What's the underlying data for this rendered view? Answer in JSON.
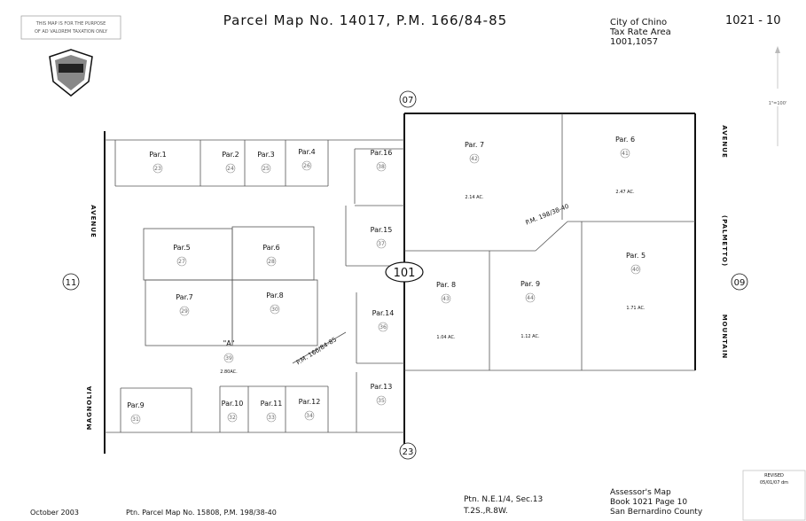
{
  "disclaimer": [
    "THIS MAP IS FOR THE PURPOSE",
    "OF AD VALOREM TAXATION ONLY"
  ],
  "title": "Parcel Map No. 14017, P.M. 166/84-85",
  "city": "City of Chino",
  "tax_rate_label": "Tax Rate Area",
  "tax_rate_value": "1001,1057",
  "book_page": "1021 - 10",
  "north_scale": "1\"=100'",
  "revised": [
    "REVISED",
    "05/01/07 dm"
  ],
  "date": "October 2003",
  "prior_map": "Ptn. Parcel Map No. 15808, P.M. 198/38-40",
  "location": [
    "Ptn. N.E.1/4, Sec.13",
    "T.2S.,R.8W."
  ],
  "assessor": [
    "Assessor's Map",
    "Book 1021 Page 10",
    "San Bernardino County"
  ],
  "streets": {
    "magnolia": "MAGNOLIA",
    "avenue_left": "AVENUE",
    "mountain": "MOUNTAIN",
    "palmetto": "(PALMETTO)",
    "avenue_right": "AVENUE"
  },
  "page_refs": {
    "top": "07",
    "left": "11",
    "right": "09",
    "bottom": "23",
    "block": "101"
  },
  "plat_refs": {
    "pm_left": "P.M. 166/84-85",
    "pm_right": "P.M. 198/38-40",
    "lot_a": "\"A\""
  },
  "parcels": [
    {
      "label": "Par.1",
      "num": "23"
    },
    {
      "label": "Par.2",
      "num": "24"
    },
    {
      "label": "Par.3",
      "num": "25"
    },
    {
      "label": "Par.4",
      "num": "26"
    },
    {
      "label": "Par.5",
      "num": "27"
    },
    {
      "label": "Par.6",
      "num": "28"
    },
    {
      "label": "Par.7",
      "num": "29"
    },
    {
      "label": "Par.8",
      "num": "30"
    },
    {
      "label": "Par.9",
      "num": "31"
    },
    {
      "label": "Par.10",
      "num": "32"
    },
    {
      "label": "Par.11",
      "num": "33"
    },
    {
      "label": "Par.12",
      "num": "34"
    },
    {
      "label": "Par.13",
      "num": "35"
    },
    {
      "label": "Par.14",
      "num": "36"
    },
    {
      "label": "Par.15",
      "num": "37"
    },
    {
      "label": "Par.16",
      "num": "38"
    },
    {
      "label": "Par. 7",
      "num": "42",
      "acres": "2.14 AC."
    },
    {
      "label": "Par. 6",
      "num": "41",
      "acres": "2.47 AC."
    },
    {
      "label": "Par. 5",
      "num": "40",
      "acres": "1.71 AC."
    },
    {
      "label": "Par. 8",
      "num": "43",
      "acres": "1.04 AC."
    },
    {
      "label": "Par. 9",
      "num": "44",
      "acres": "1.12 AC."
    }
  ],
  "lot_a_area": "2.80AC."
}
